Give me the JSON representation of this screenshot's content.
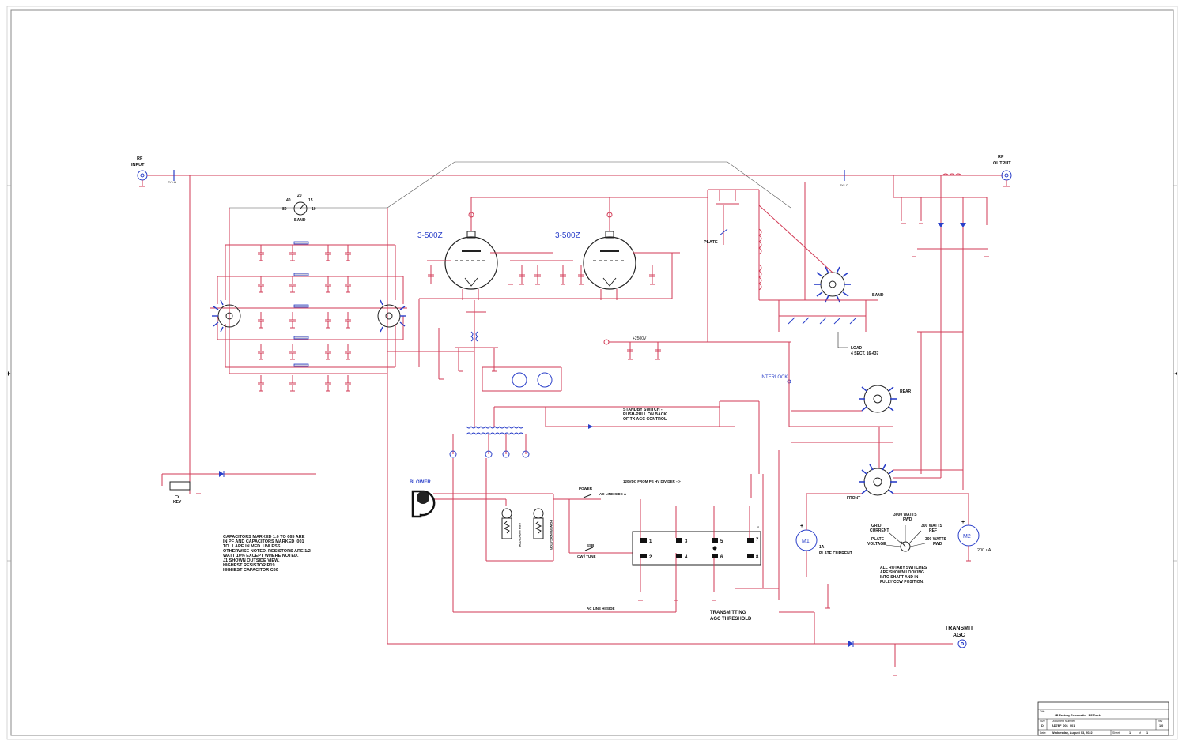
{
  "labels": {
    "rf_input": [
      "RF",
      "INPUT"
    ],
    "rf_output": [
      "RF",
      "OUTPUT"
    ],
    "band_knob": "BAND",
    "band_positions": [
      "40",
      "20",
      "15",
      "80",
      "10"
    ],
    "tube1": "3-500Z",
    "tube2": "3-500Z",
    "plate": "PLATE",
    "band_switch": "BAND",
    "load": [
      "LOAD",
      "4 SECT. 16-437"
    ],
    "hv": "+2500V",
    "interlock": "INTERLOCK",
    "rear": "REAR",
    "front": "FRONT",
    "standby": [
      "STANDBY SWITCH -",
      "PUSH-PULL ON BACK",
      "OF TX AGC CONTROL"
    ],
    "hv_divider": "120VDC FROM PS HV DIVIDER -->",
    "tx_key": [
      "TX",
      "KEY"
    ],
    "blower": "BLOWER",
    "power": "POWER",
    "ac_line_side_a": "AC LINE SIDE A",
    "ssb": "SSB",
    "cw_tune": "CW / TUNE",
    "ac_line_hi_side": "AC LINE HI SIDE",
    "j1": "J1",
    "pins": [
      "1",
      "3",
      "5",
      "7",
      "2",
      "4",
      "6",
      "8"
    ],
    "m1": "M1",
    "m1_desc": [
      "1A",
      "PLATE CURRENT"
    ],
    "m2": "M2",
    "m2_desc": "200 uA",
    "meter_switch": [
      "3000 WATTS",
      "FWD",
      "300 WATTS",
      "REF",
      "300 WATTS",
      "FWD",
      "GRID",
      "CURRENT",
      "PLATE",
      "VOLTAGE"
    ],
    "rotary_note": [
      "ALL ROTARY SWITCHES",
      "ARE SHOWN LOOKING",
      "INTO SHAFT AND IN",
      "FULLY CCW POSITION."
    ],
    "agc_threshold": [
      "TRANSMITTING",
      "AGC THRESHOLD"
    ],
    "transmit_agc": [
      "TRANSMIT",
      "AGC"
    ],
    "ssr_indicator": "SSR INDICATOR",
    "power_indicator": "POWER INDICATOR",
    "notes": [
      "CAPACITORS MARKED 1.0 TO 665 ARE",
      "IN PF AND CAPACITORS MARKED .001",
      "TO .1 ARE IN MFD. UNLESS",
      "OTHERWISE NOTED. RESISTORS ARE 1/2",
      "WATT 10% EXCEPT WHERE NOTED.",
      "J1 SHOWN OUTSIDE VIEW.",
      "HIGHEST RESISTOR R19",
      "HIGHEST CAPACITOR C60"
    ]
  },
  "title_block": {
    "title_label": "Title",
    "title": "L-4B Factory Schematic - RF Deck",
    "size_label": "Size",
    "size": "D",
    "docnum_label": "Document Number",
    "docnum": "AD7EF_001_001",
    "rev_label": "Rev",
    "rev": "1.0",
    "date_label": "Date:",
    "date": "Wednesday, August 03, 2022",
    "sheet_label": "Sheet",
    "sheet": "1",
    "of_label": "of",
    "of": "1"
  }
}
